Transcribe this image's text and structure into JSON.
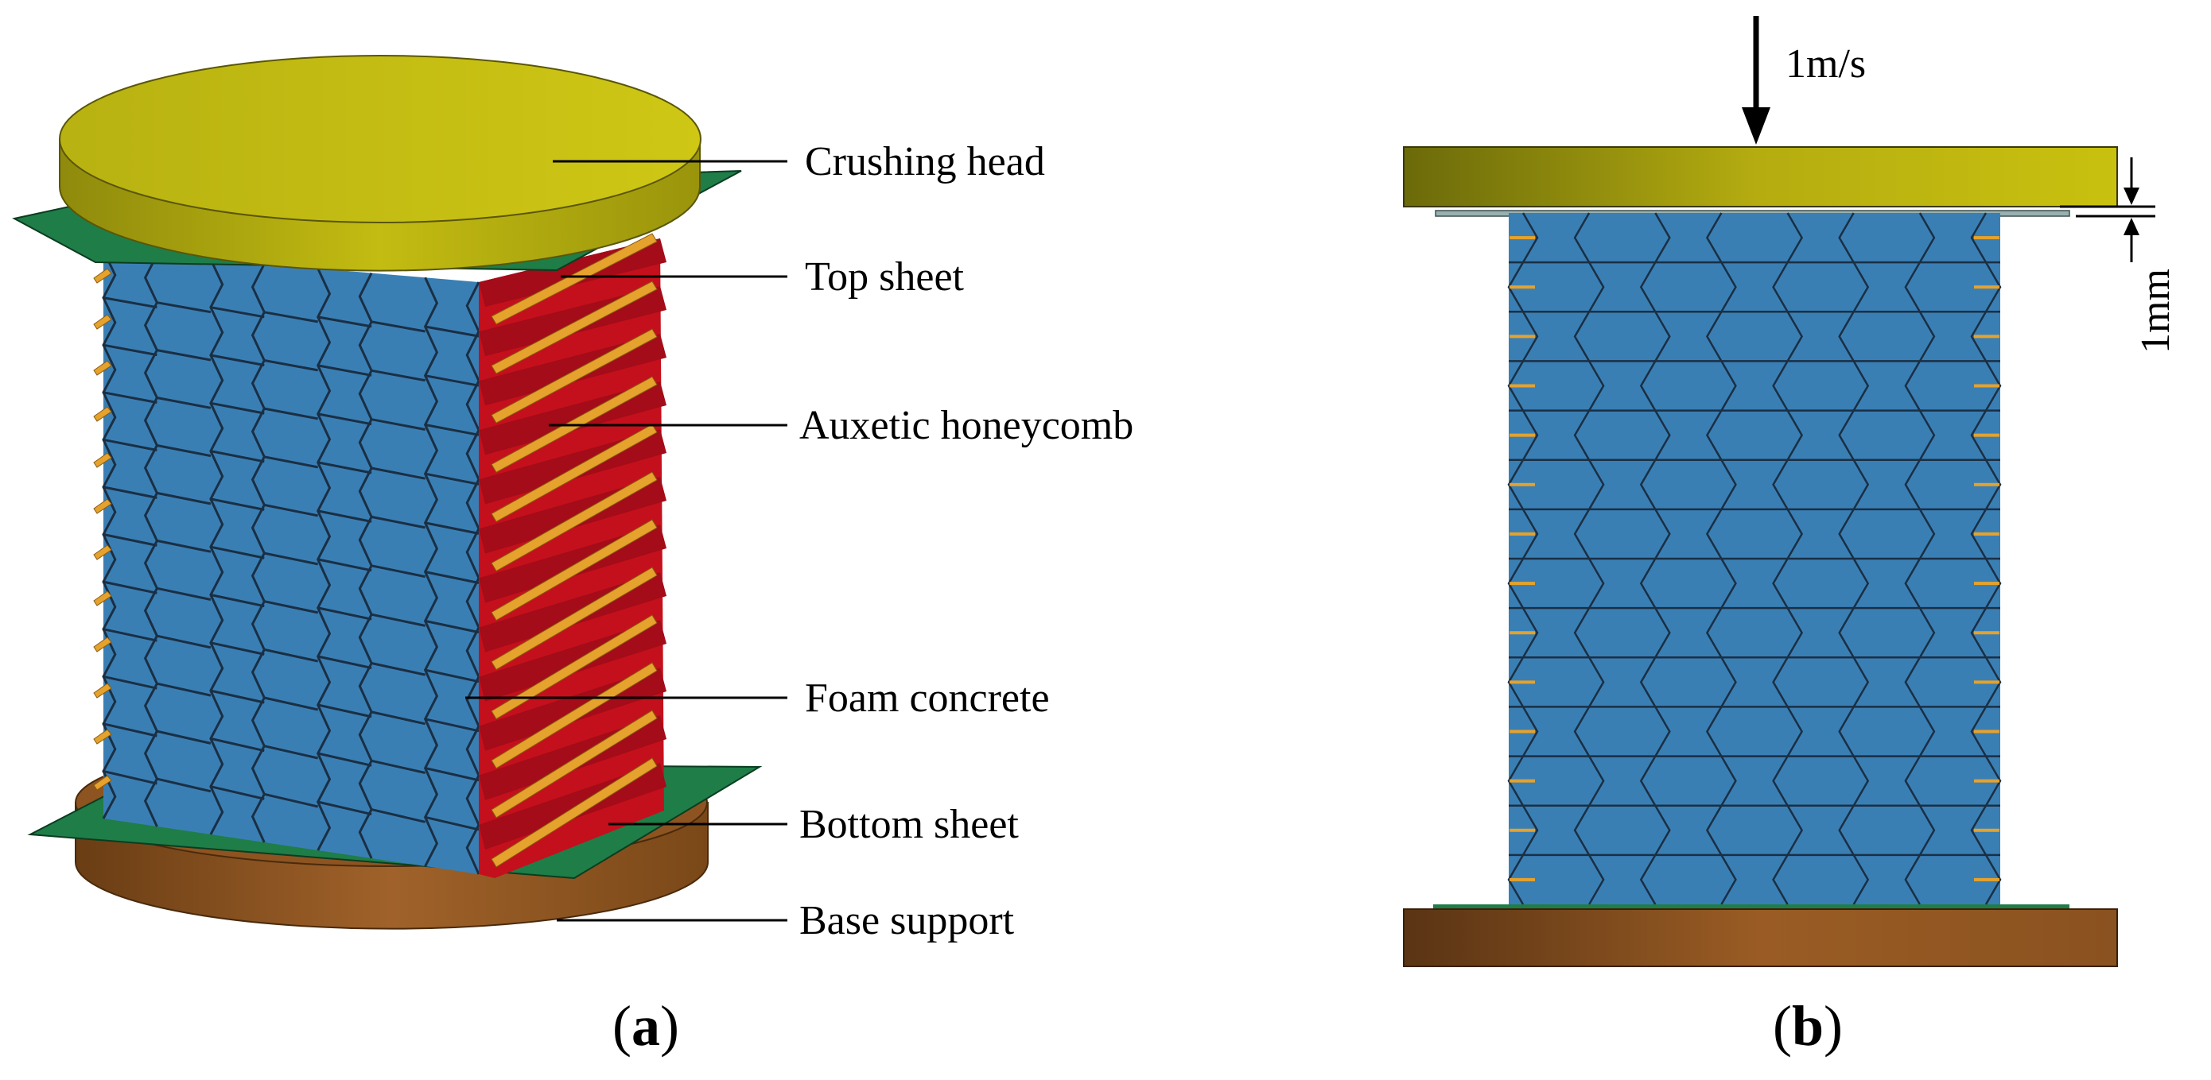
{
  "panel_a": {
    "caption_open": "(",
    "caption_letter": "a",
    "caption_close": ")",
    "labels": {
      "crushing_head": "Crushing head",
      "top_sheet": "Top sheet",
      "auxetic_honeycomb": "Auxetic honeycomb",
      "foam_concrete": "Foam concrete",
      "bottom_sheet": "Bottom sheet",
      "base_support": "Base support"
    }
  },
  "panel_b": {
    "caption_open": "(",
    "caption_letter": "b",
    "caption_close": ")",
    "velocity_label": "1m/s",
    "gap_label": "1mm"
  },
  "colors": {
    "crushing_head": "#c2bb10",
    "sheet": "#1d7a45",
    "honeycomb_blue": "#3a7fb4",
    "honeycomb_red": "#c4101c",
    "strut_orange": "#e5a22c",
    "base_support": "#8a5220"
  }
}
